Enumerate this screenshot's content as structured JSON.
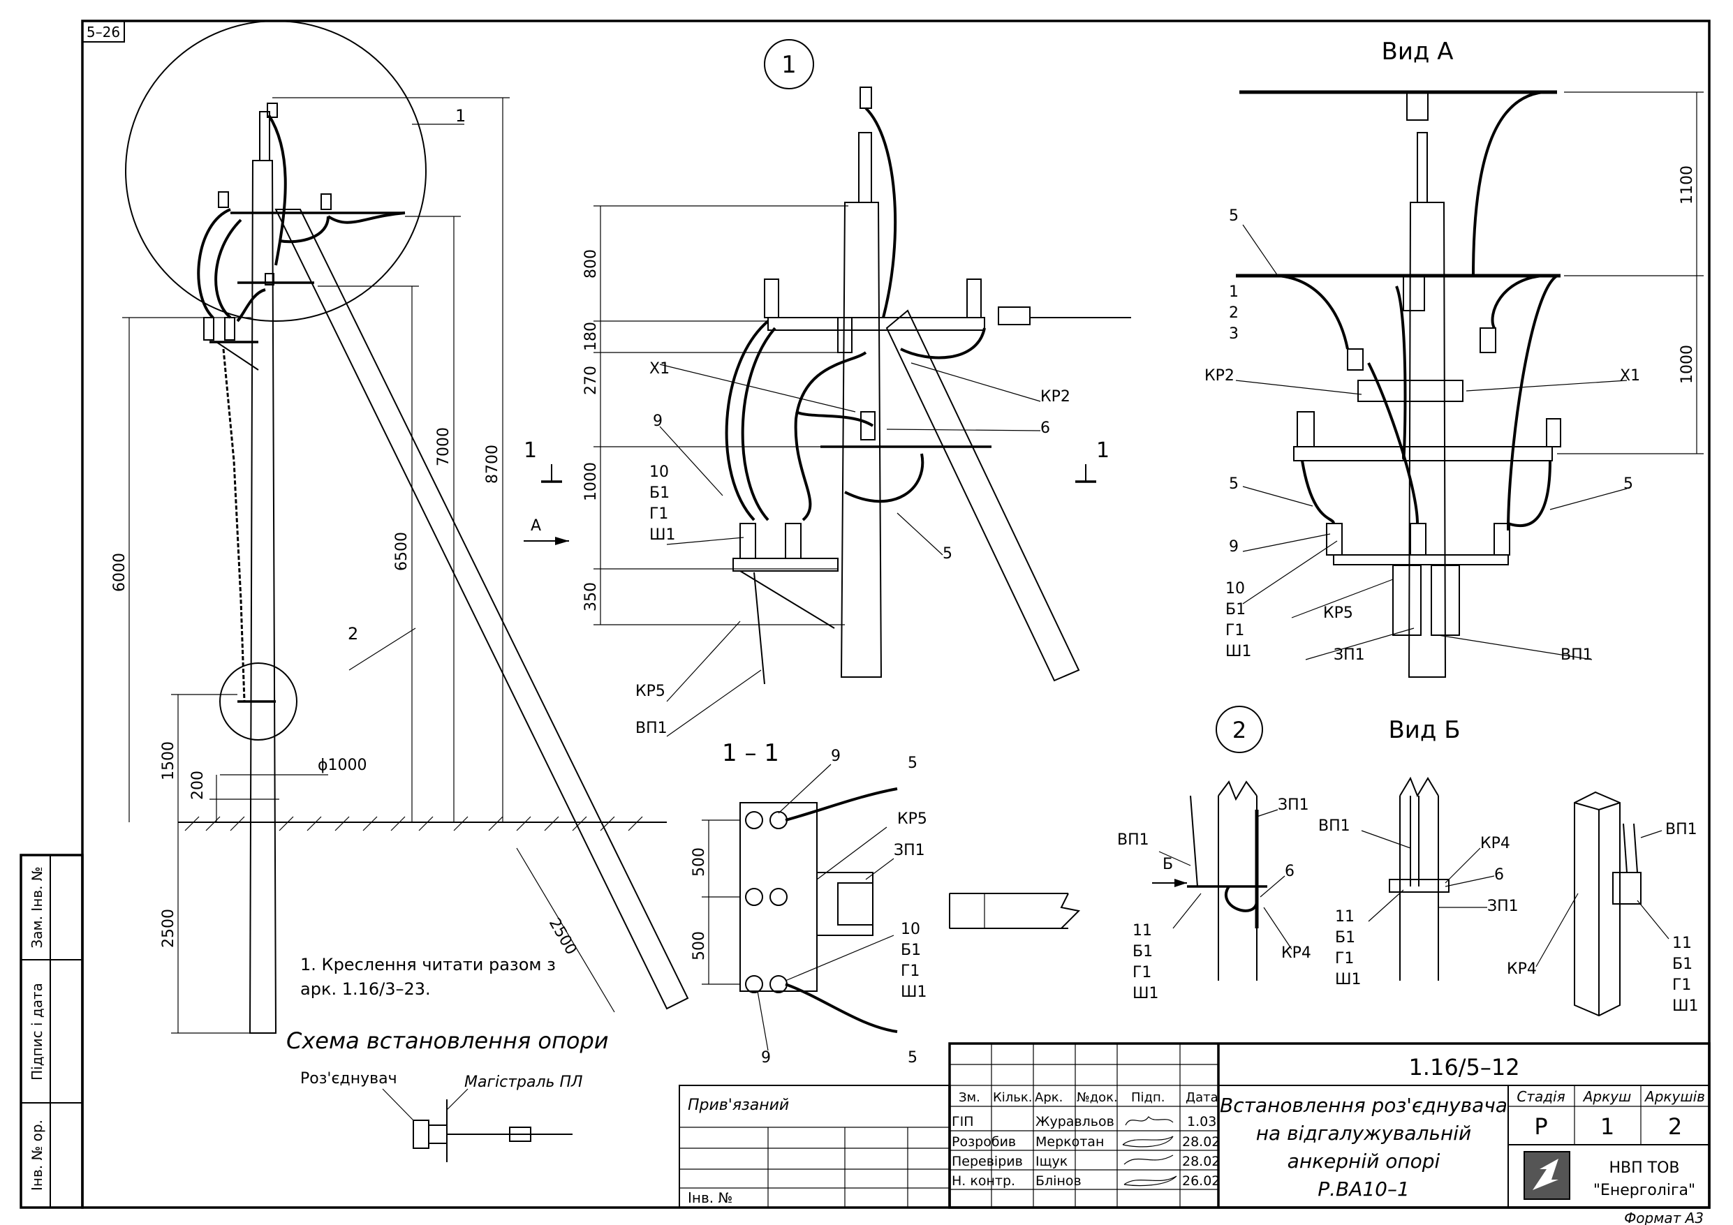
{
  "sheet_code": "5–26",
  "format_label": "Формат А3",
  "views": {
    "left_title": "Схема встановлення опори",
    "view_a_title": "Вид А",
    "view_b_title": "Вид Б",
    "detail_1": "1",
    "detail_2": "2",
    "section_title": "1 – 1",
    "section_mark": "1",
    "arrow_a": "А",
    "arrow_b": "Б"
  },
  "notes": {
    "line1": "1. Креслення читати разом з",
    "line2": "арк. 1.16/3–23."
  },
  "schema": {
    "disconnector": "Роз'єднувач",
    "mainline": "Магістраль ПЛ"
  },
  "dimensions": {
    "d6000": "6000",
    "d7000": "7000",
    "d8700": "8700",
    "d6500": "6500",
    "d1500": "1500",
    "d200": "200",
    "d2500": "2500",
    "d2500b": "2500",
    "phi1000": "ϕ1000",
    "d800": "800",
    "d180": "180",
    "d270": "270",
    "d1000": "1000",
    "d350": "350",
    "d1100": "1100",
    "d1000b": "1000",
    "d500a": "500",
    "d500b": "500"
  },
  "callouts": {
    "c1": "1",
    "c2": "2",
    "c3": "3",
    "c5": "5",
    "c6": "6",
    "c9": "9",
    "c10": "10",
    "c11": "11",
    "b1": "Б1",
    "g1": "Г1",
    "sh1": "Ш1",
    "x1": "Х1",
    "kr2": "КР2",
    "kr4": "КР4",
    "kr5": "КР5",
    "vp1": "ВП1",
    "zp1": "ЗП1"
  },
  "title_block": {
    "doc_code": "1.16/5–12",
    "title_lines": [
      "Встановлення роз'єднувача",
      "на відгалужувальній",
      "анкерній опорі",
      "Р.ВА10–1"
    ],
    "stage_label": "Стадія",
    "sheet_label": "Аркуш",
    "sheets_label": "Аркушів",
    "stage": "Р",
    "sheet": "1",
    "sheets": "2",
    "org_line1": "НВП ТОВ",
    "org_line2": "\"Енерголіга\"",
    "headers": [
      "Зм.",
      "Кільк.",
      "Арк.",
      "№док.",
      "Підп.",
      "Дата"
    ],
    "rows": [
      {
        "role": "ГІП",
        "name": "Журавльов",
        "date": "1.03"
      },
      {
        "role": "Розробив",
        "name": "Меркотан",
        "date": "28.02"
      },
      {
        "role": "Перевірив",
        "name": "Іщук",
        "date": "28.02"
      },
      {
        "role": "Н. контр.",
        "name": "Блінов",
        "date": "26.02"
      }
    ],
    "privyazaniy": "Прив'язаний",
    "inv_no": "Інв. №"
  },
  "side_stamp": {
    "zam_inv": "Зам. Інв. №",
    "pidpys": "Підпис і дата",
    "inv_pidl": "Інв. № ор."
  }
}
